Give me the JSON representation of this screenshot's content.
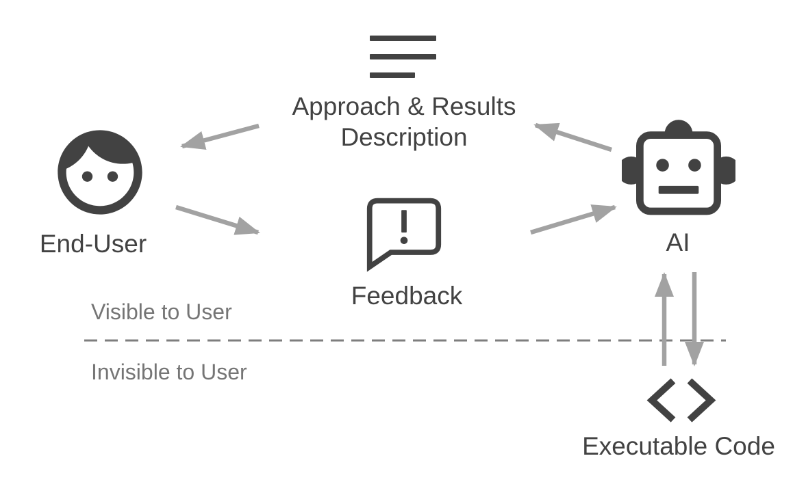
{
  "diagram": {
    "nodes": {
      "approach": {
        "label": "Approach & Results Description",
        "lines": [
          "Approach & Results",
          "Description"
        ],
        "icon": "notes-icon"
      },
      "end_user": {
        "label": "End-User",
        "icon": "face-icon"
      },
      "feedback": {
        "label": "Feedback",
        "icon": "feedback-bubble-icon"
      },
      "ai": {
        "label": "AI",
        "icon": "robot-icon"
      },
      "executable_code": {
        "label": "Executable Code",
        "icon": "code-icon"
      }
    },
    "sections": {
      "visible": {
        "label": "Visible to User"
      },
      "invisible": {
        "label": "Invisible to User"
      }
    },
    "edges": [
      {
        "from": "approach-results-description",
        "to": "end-user"
      },
      {
        "from": "end-user",
        "to": "feedback"
      },
      {
        "from": "feedback",
        "to": "ai"
      },
      {
        "from": "ai",
        "to": "approach-results-description"
      },
      {
        "from": "executable-code",
        "to": "ai"
      },
      {
        "from": "ai",
        "to": "executable-code"
      }
    ],
    "colors": {
      "icon": "#424242",
      "label": "#424242",
      "arrow": "#a2a2a2",
      "divider": "#7e7e7e",
      "section_label": "#757575",
      "background": "#ffffff"
    }
  }
}
